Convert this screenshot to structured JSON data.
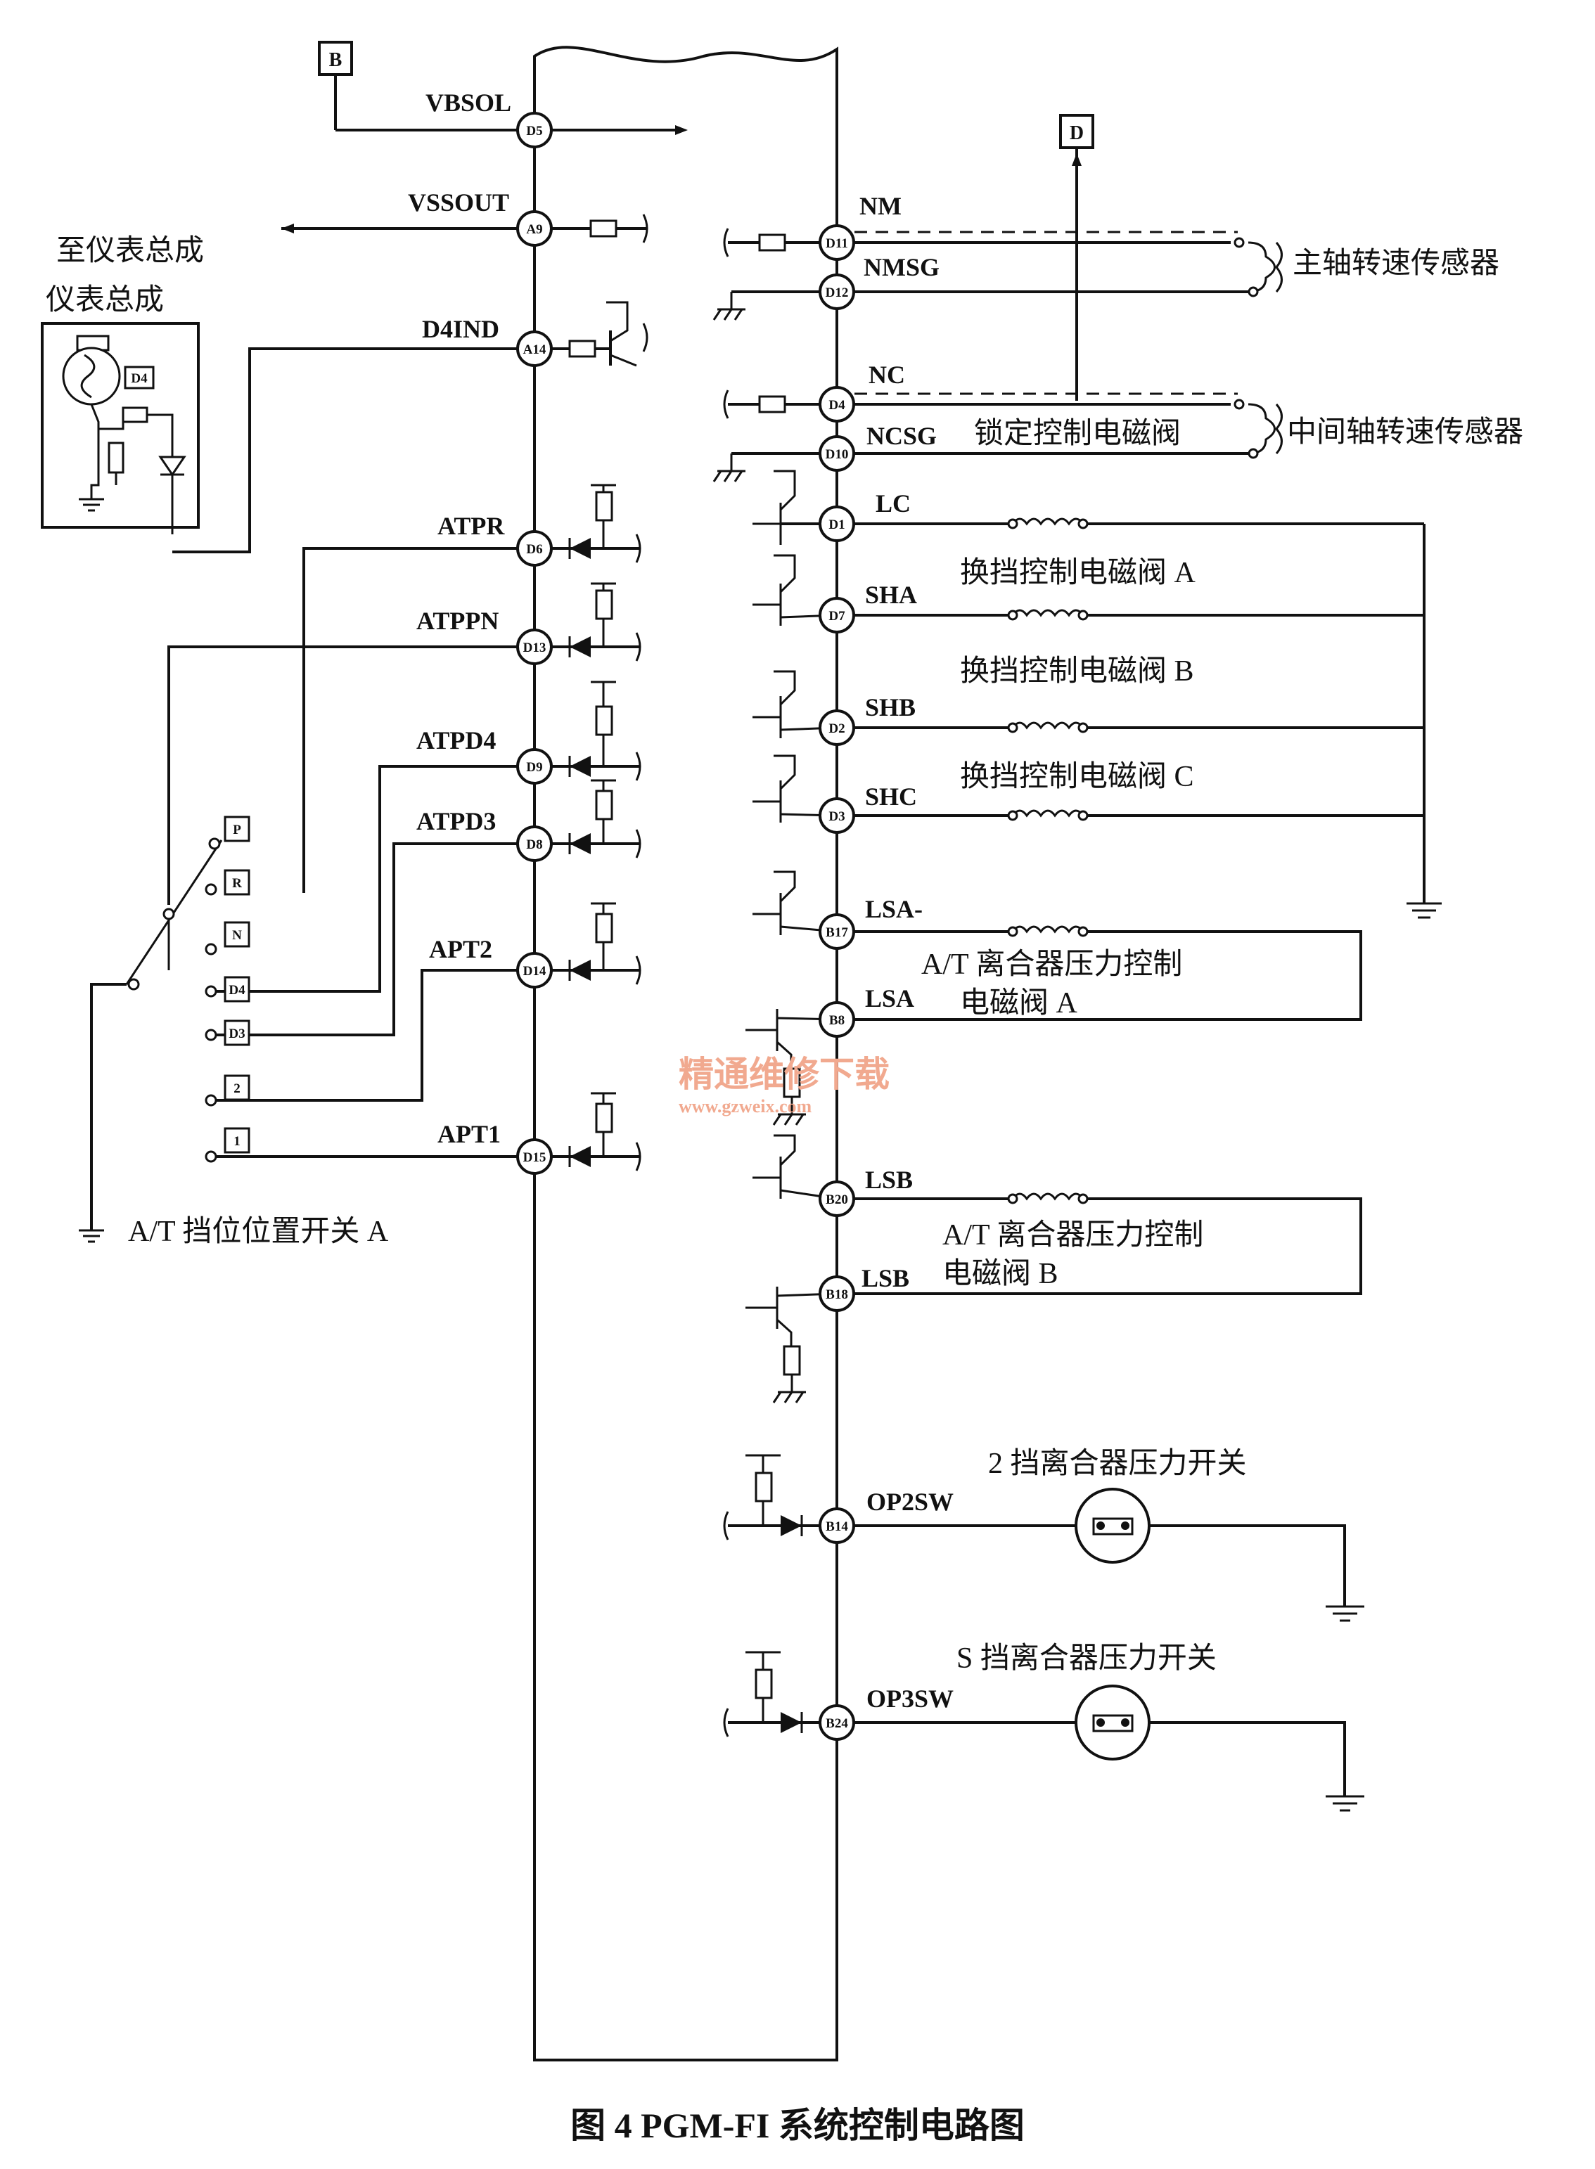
{
  "caption": "图 4    PGM-FI 系统控制电路图",
  "watermark": {
    "site_cn": "精通维修下载",
    "url": "www.gzweix.com"
  },
  "connectors": {
    "B": "B",
    "D": "D"
  },
  "left_labels": {
    "meter_to": "至仪表总成",
    "meter": "仪表总成",
    "meter_indicator": "D4",
    "switch": "A/T 挡位位置开关 A"
  },
  "switch_positions": [
    "P",
    "R",
    "N",
    "D4",
    "D3",
    "2",
    "1"
  ],
  "left_pins": [
    {
      "signal": "VBSOL",
      "pin": "D5"
    },
    {
      "signal": "VSSOUT",
      "pin": "A9"
    },
    {
      "signal": "D4IND",
      "pin": "A14"
    },
    {
      "signal": "ATPR",
      "pin": "D6"
    },
    {
      "signal": "ATPPN",
      "pin": "D13"
    },
    {
      "signal": "ATPD4",
      "pin": "D9"
    },
    {
      "signal": "ATPD3",
      "pin": "D8"
    },
    {
      "signal": "APT2",
      "pin": "D14"
    },
    {
      "signal": "APT1",
      "pin": "D15"
    }
  ],
  "right_pins": [
    {
      "signal": "NM",
      "pin": "D11"
    },
    {
      "signal": "NMSG",
      "pin": "D12"
    },
    {
      "signal": "NC",
      "pin": "D4"
    },
    {
      "signal": "NCSG",
      "pin": "D10"
    },
    {
      "signal": "LC",
      "pin": "D1"
    },
    {
      "signal": "SHA",
      "pin": "D7"
    },
    {
      "signal": "SHB",
      "pin": "D2"
    },
    {
      "signal": "SHC",
      "pin": "D3"
    },
    {
      "signal": "LSA-",
      "pin": "B17"
    },
    {
      "signal": "LSA",
      "pin": "B8"
    },
    {
      "signal": "LSB",
      "pin": "B20"
    },
    {
      "signal": "LSB",
      "pin": "B18"
    },
    {
      "signal": "OP2SW",
      "pin": "B14"
    },
    {
      "signal": "OP3SW",
      "pin": "B24"
    }
  ],
  "components": {
    "mainshaft_sensor": "主轴转速传感器",
    "countershaft_sensor": "中间轴转速传感器",
    "lockup_solenoid": "锁定控制电磁阀",
    "shift_a": "换挡控制电磁阀 A",
    "shift_b": "换挡控制电磁阀 B",
    "shift_c": "换挡控制电磁阀 C",
    "lsa_line1": "A/T 离合器压力控制",
    "lsa_line2": "电磁阀 A",
    "lsb_line1": "A/T 离合器压力控制",
    "lsb_line2": "电磁阀 B",
    "op2_switch": "2 挡离合器压力开关",
    "op3_switch": "S 挡离合器压力开关"
  }
}
